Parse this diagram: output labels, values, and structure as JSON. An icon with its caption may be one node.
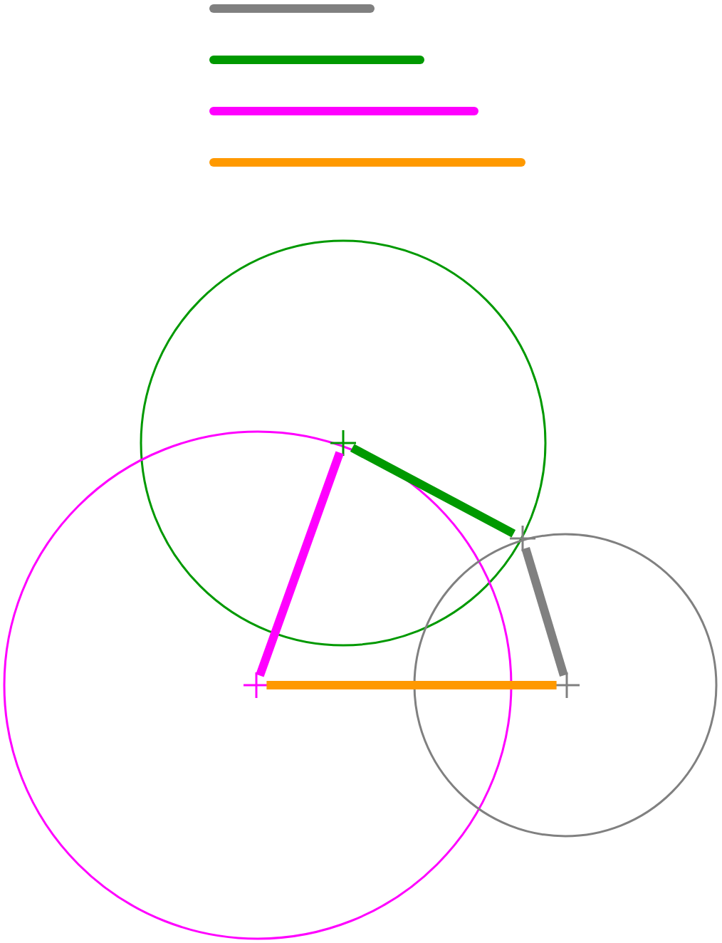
{
  "diagram": {
    "nodes": [
      {
        "text": [],
        "shape": "point"
      },
      {
        "text": [],
        "shape": "point"
      },
      {
        "text": [],
        "shape": "point"
      },
      {
        "text": [],
        "shape": "point"
      }
    ],
    "edges": [
      {
        "from": 1,
        "to": 0,
        "arrow": "none",
        "color": "#ff00ff"
      },
      {
        "from": 0,
        "to": 3,
        "arrow": "none",
        "color": "#009900"
      },
      {
        "from": 3,
        "to": 2,
        "arrow": "none",
        "color": "#808080"
      },
      {
        "from": 1,
        "to": 2,
        "arrow": "none",
        "color": "#ff9900"
      }
    ]
  }
}
